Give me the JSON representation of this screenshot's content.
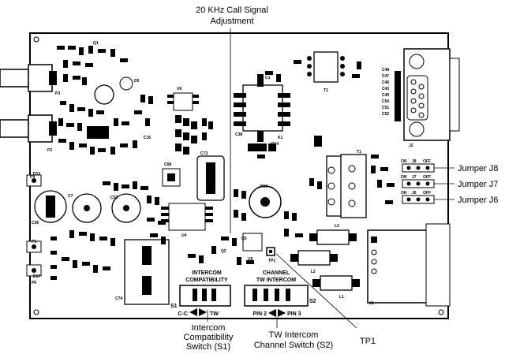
{
  "callouts": {
    "call_signal_line1": "20 KHz Call Signal",
    "call_signal_line2": "Adjustment",
    "jumper_j8": "Jumper J8",
    "jumper_j7": "Jumper J7",
    "jumper_j6": "Jumper J6",
    "s1_line1": "Intercom",
    "s1_line2": "Compatibility",
    "s1_line3": "Switch (S1)",
    "s2_line1": "TW Intercom",
    "s2_line2": "Channel Switch (S2)",
    "tp1": "TP1"
  },
  "switches": {
    "s1_title1": "INTERCOM",
    "s1_title2": "COMPATIBILITY",
    "s1_left": "C-C",
    "s1_right": "TW",
    "s1_ref": "S1",
    "s2_title1": "CHANNEL",
    "s2_title2": "TW INTERCOM",
    "s2_left": "PIN 2",
    "s2_right": "PIN 3",
    "s2_ref": "S2"
  },
  "jumpers": [
    {
      "ref": "J8",
      "on": "ON",
      "off": "OFF"
    },
    {
      "ref": "J7",
      "on": "ON",
      "off": "OFF"
    },
    {
      "ref": "J6",
      "on": "ON",
      "off": "OFF"
    }
  ],
  "silkscreen": [
    "P3",
    "P2",
    "P4",
    "P5",
    "P6",
    "J1",
    "J2",
    "T1",
    "T2",
    "K1",
    "L1",
    "L2",
    "L3",
    "U4",
    "U5",
    "U6",
    "C1",
    "C7",
    "C36",
    "C53",
    "C68",
    "C73",
    "C74",
    "R60",
    "D14",
    "D15",
    "D17",
    "C48",
    "C47",
    "C46",
    "C43",
    "C49",
    "C50",
    "C51",
    "C52",
    "TP1",
    "Q1",
    "Q2",
    "Q3",
    "D5",
    "C16",
    "C38"
  ]
}
